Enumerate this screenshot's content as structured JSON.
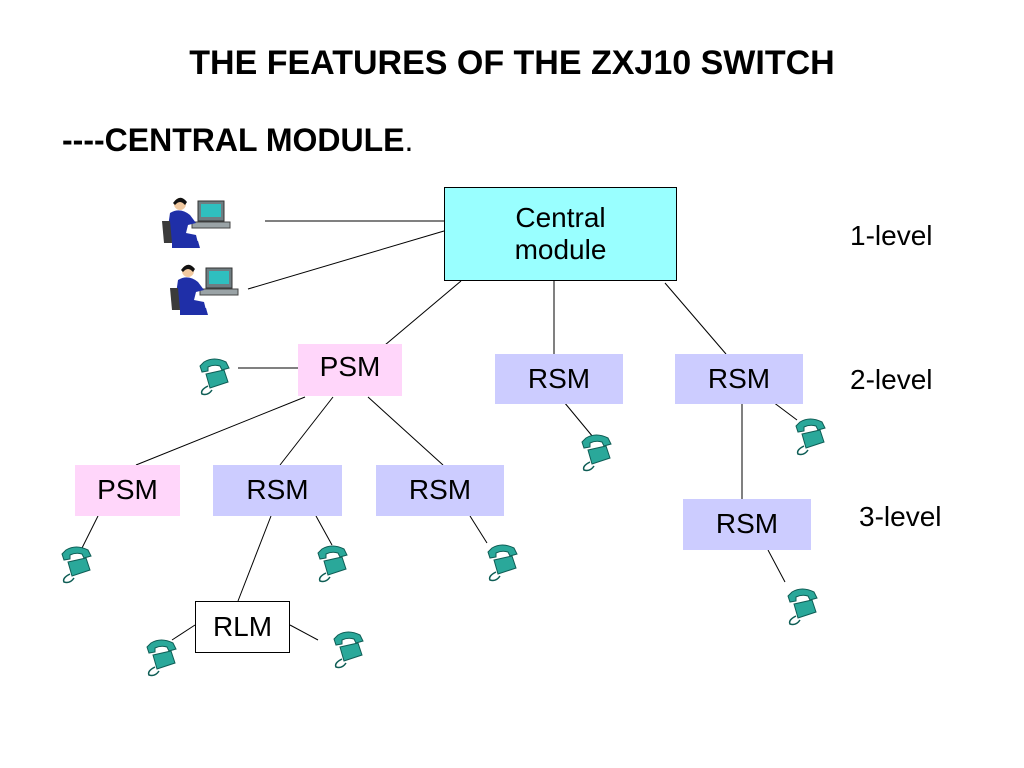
{
  "title": "THE FEATURES OF THE ZXJ10 SWITCH",
  "subtitle": "----CENTRAL MODULE",
  "subtitle_punct": ".",
  "nodes": {
    "central": {
      "label_line1": "Central",
      "label_line2": "module"
    },
    "psm_l2": {
      "label": "PSM"
    },
    "rsm_l2_mid": {
      "label": "RSM"
    },
    "rsm_l2_right": {
      "label": "RSM"
    },
    "psm_l3": {
      "label": "PSM"
    },
    "rsm_l3_a": {
      "label": "RSM"
    },
    "rsm_l3_b": {
      "label": "RSM"
    },
    "rsm_l3_right": {
      "label": "RSM"
    },
    "rlm": {
      "label": "RLM"
    }
  },
  "levels": [
    "1-level",
    "2-level",
    "3-level"
  ],
  "colors": {
    "central": "#99ffff",
    "psm": "#ffd6fa",
    "rsm": "#ccccff",
    "phone": "#2aa89a",
    "operator": "#1f2fa8"
  },
  "icons": {
    "operator": "operator-workstation-icon",
    "phone": "telephone-icon"
  }
}
